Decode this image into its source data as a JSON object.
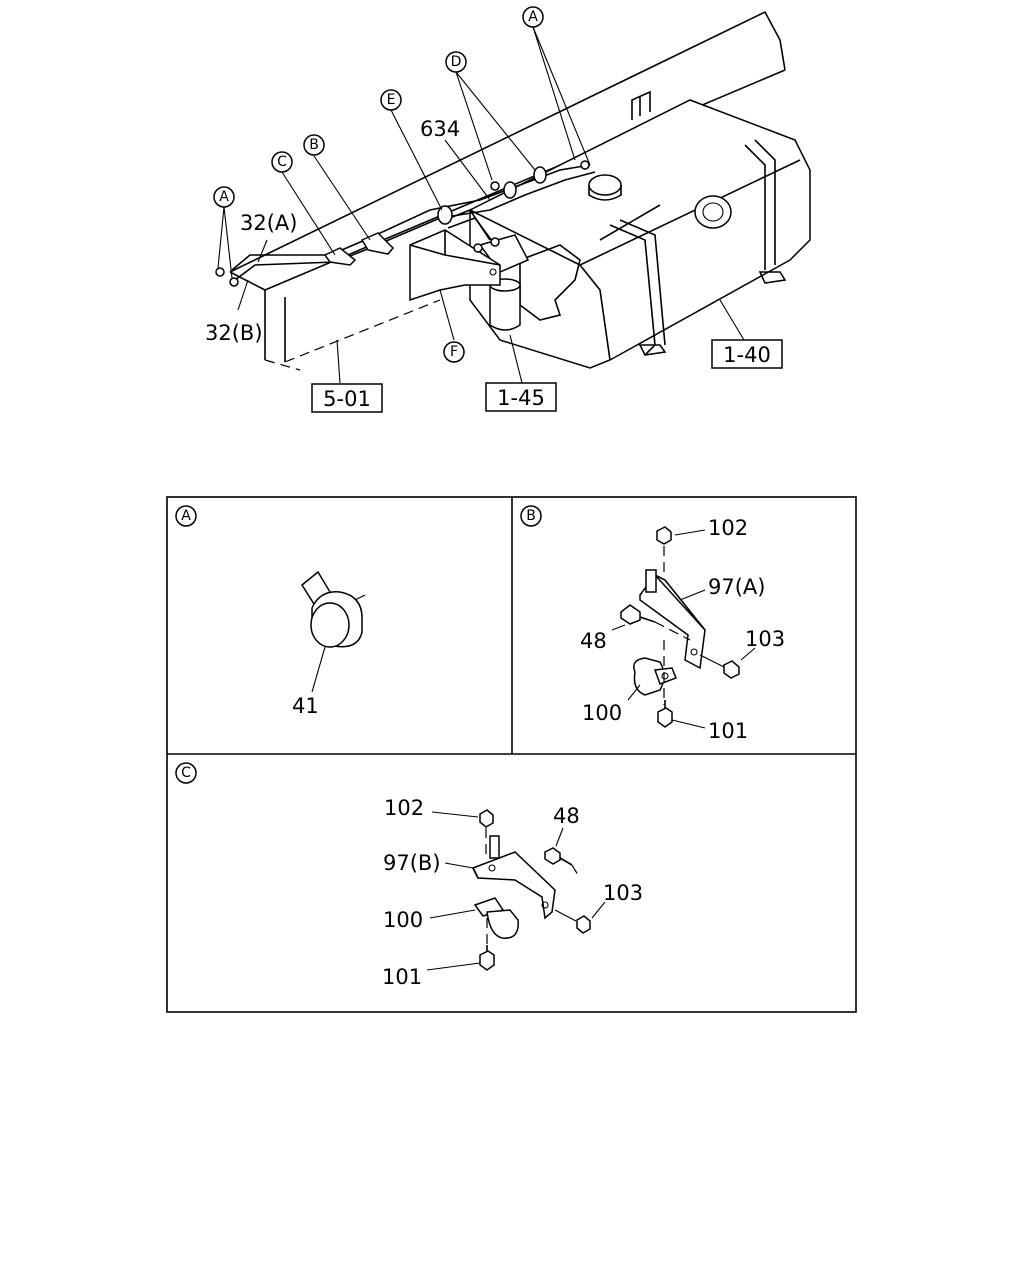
{
  "callouts": {
    "a_top": "A",
    "a_left": "A",
    "b": "B",
    "c": "C",
    "d": "D",
    "e": "E",
    "f": "F"
  },
  "labels": {
    "p634": "634",
    "p32a": "32(A)",
    "p32b": "32(B)"
  },
  "refs": {
    "r501": "5-01",
    "r145": "1-45",
    "r140": "1-40"
  },
  "detail_a": {
    "tag": "A",
    "p41": "41"
  },
  "detail_b": {
    "tag": "B",
    "p102": "102",
    "p97a": "97(A)",
    "p48": "48",
    "p103": "103",
    "p100": "100",
    "p101": "101"
  },
  "detail_c": {
    "tag": "C",
    "p102": "102",
    "p48": "48",
    "p97b": "97(B)",
    "p103": "103",
    "p100": "100",
    "p101": "101"
  }
}
